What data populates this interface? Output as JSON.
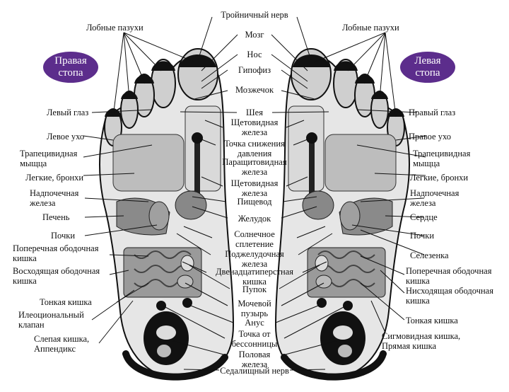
{
  "badges": {
    "right_foot": "Правая\nстопа",
    "left_foot": "Левая\nстопа"
  },
  "center_labels": [
    "Тройничный нерв",
    "Мозг",
    "Нос",
    "Гипофиз",
    "Мозжечок",
    "Шея",
    "Щетовидная\nжелеза",
    "Точка снижения\nдавления",
    "Паращитовидная\nжелеза",
    "Щетовидная\nжелеза",
    "Пищевод",
    "Желудок",
    "Солнечное\nсплетение",
    "Поджелудочная\nжелеза",
    "Двенадцатиперстная\nкишка",
    "Пупок",
    "Мочевой\nпузырь",
    "Анус",
    "Точка от\nбессонницы",
    "Половая\nжелеза",
    "Седалищный нерв"
  ],
  "left_labels": [
    "Лобные пазухи",
    "Левый глаз",
    "Левое ухо",
    "Трапецивидная\nмыщца",
    "Легкие, бронхи",
    "Надпочечная\nжелеза",
    "Печень",
    "Почки",
    "Поперечная ободочная\nкишка",
    "Восходящая ободочная\nкишка",
    "Тонкая кишка",
    "Илеоциональный\nклапан",
    "Слепая кишка,\nАппендикс"
  ],
  "right_labels": [
    "Лобные пазухи",
    "Правый глаз",
    "Правое ухо",
    "Трапецивидная\nмыщца",
    "Легкие, бронхи",
    "Надпочечная\nжелеза",
    "Сердце",
    "Почки",
    "Селезенка",
    "Поперечная ободочная\nкишка",
    "Нисходящая ободочная\nкишка",
    "Тонкая кишка",
    "Сигмовидная кишка,\nПрямая кишка"
  ]
}
